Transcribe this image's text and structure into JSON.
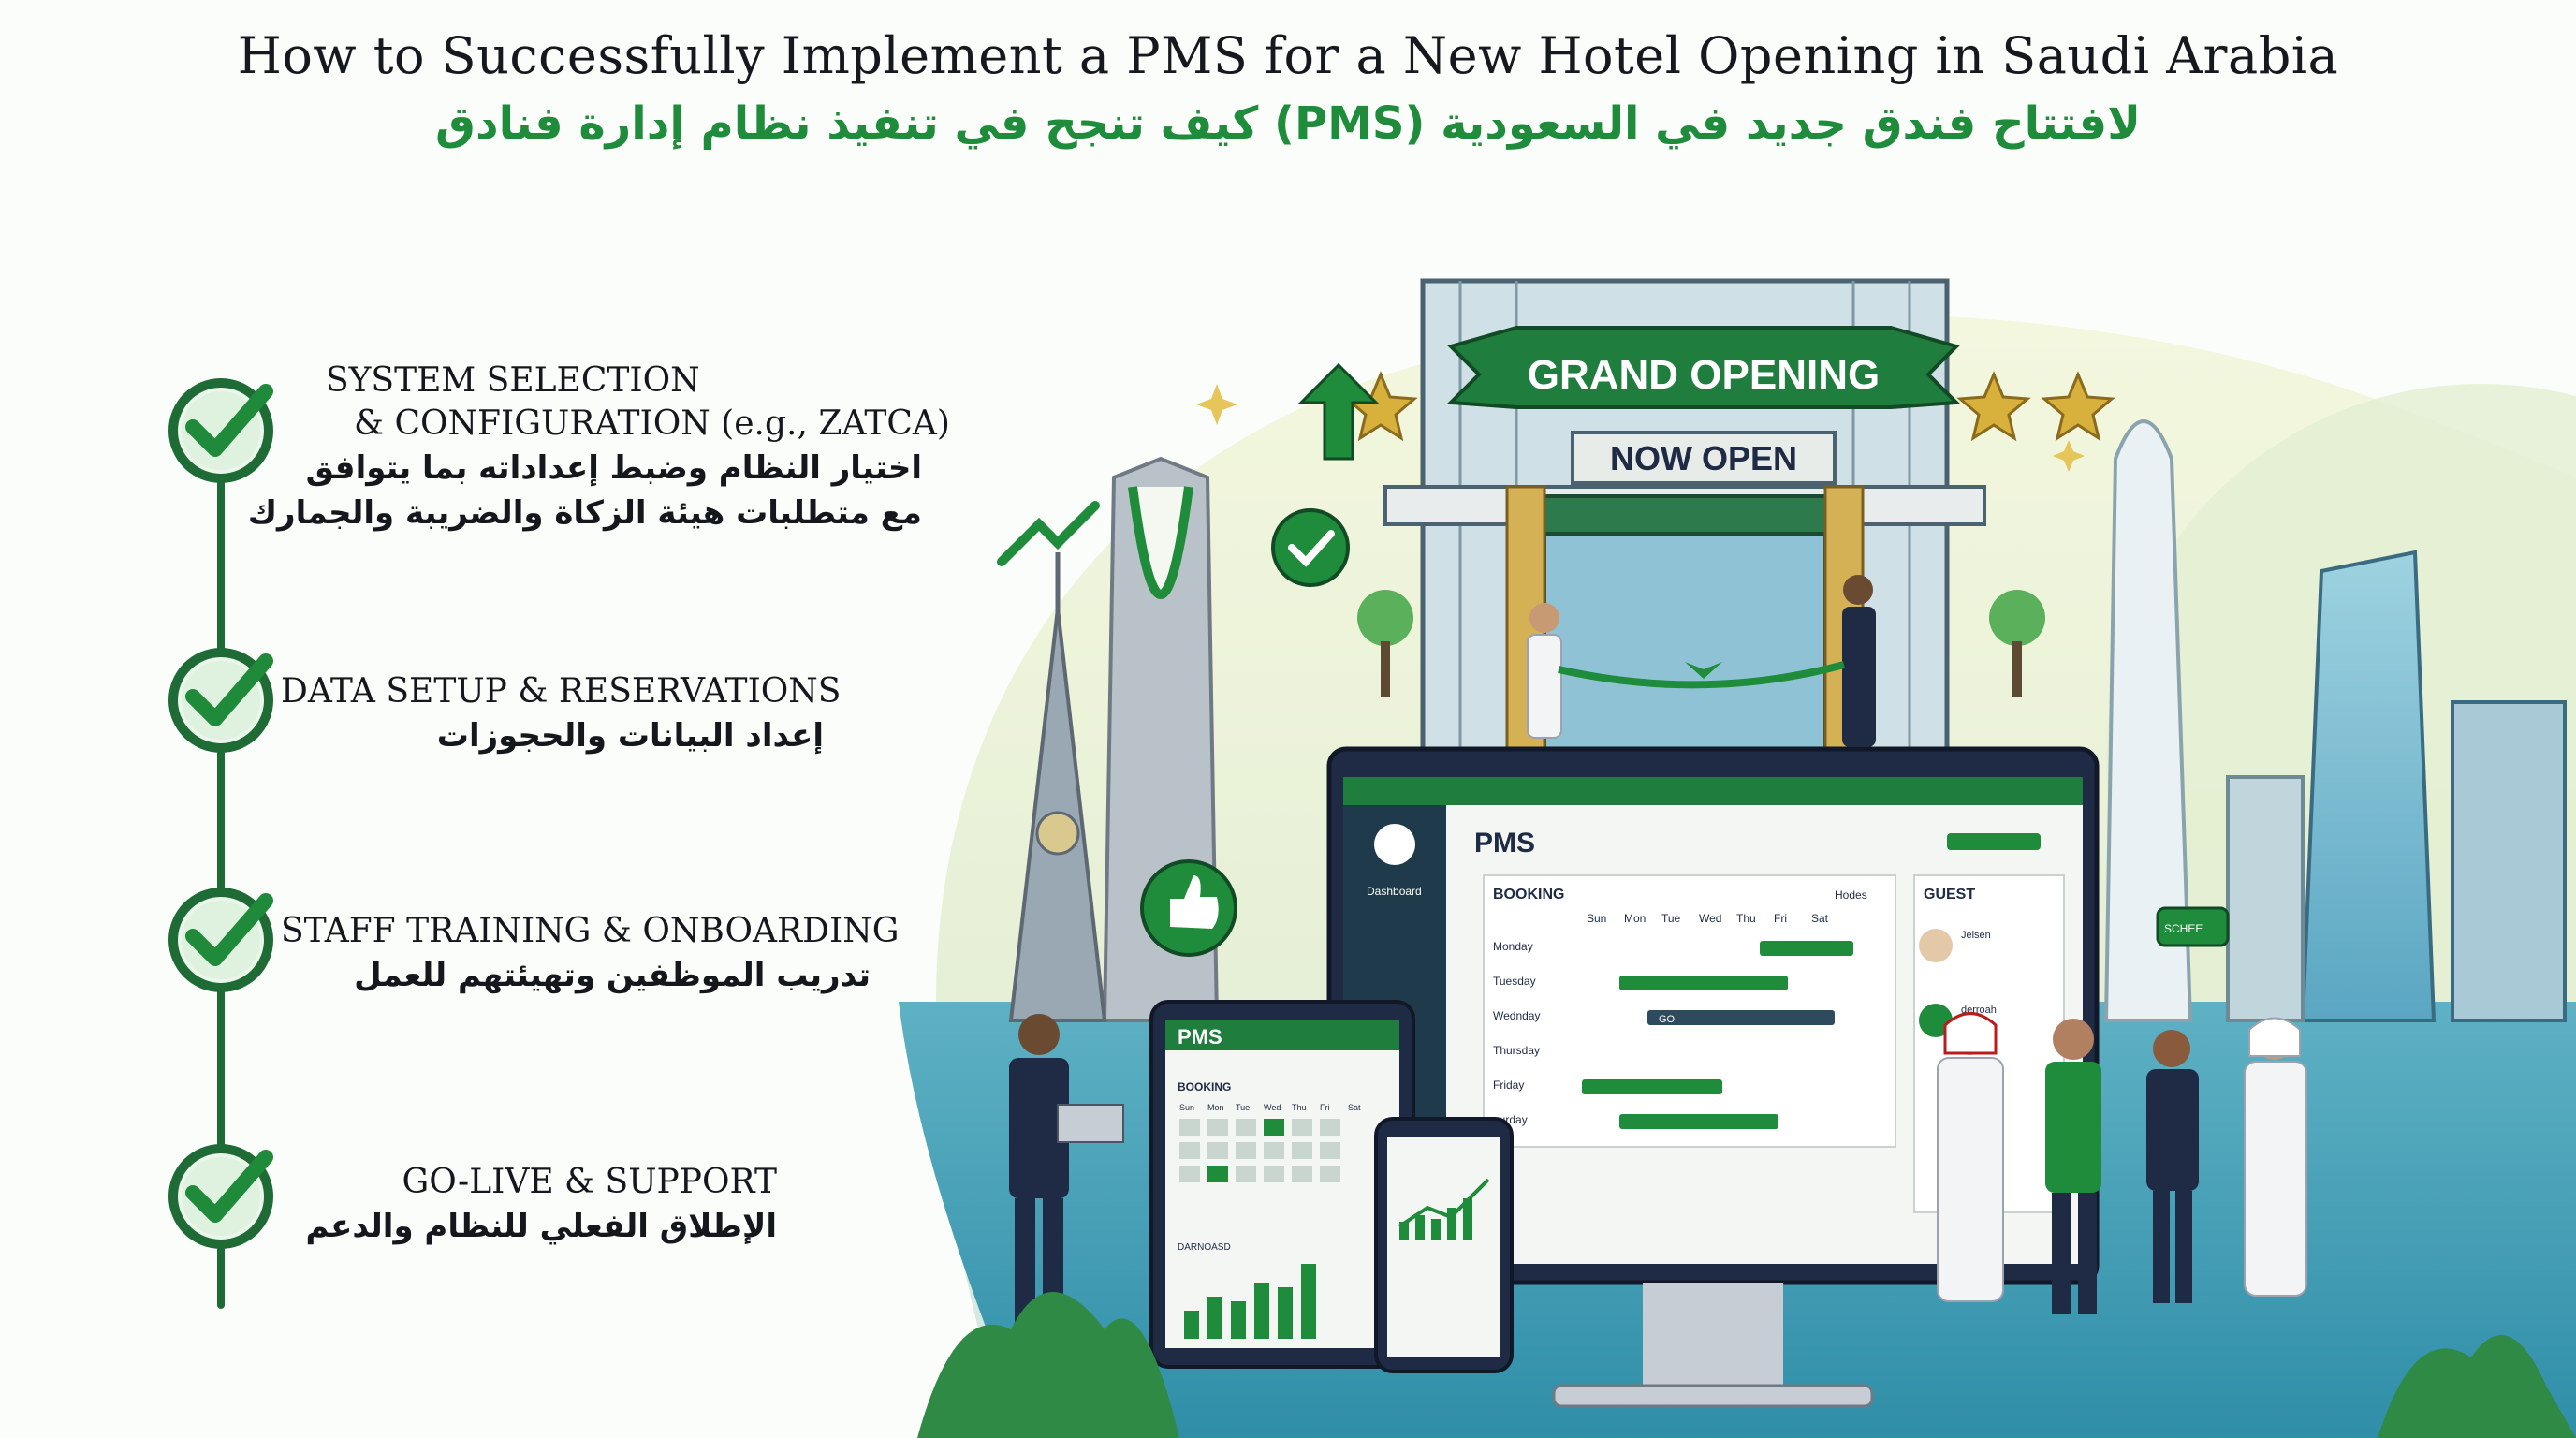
{
  "title": {
    "english": "How to Successfully Implement a PMS for a New Hotel Opening in Saudi Arabia",
    "arabic": "لافتتاح فندق جديد في السعودية (PMS) كيف تنجح في تنفيذ نظام إدارة فنادق"
  },
  "steps": [
    {
      "en_line1": "SYSTEM SELECTION",
      "en_line2": "& CONFIGURATION (e.g., ZATCA)",
      "ar_line1": "اختيار النظام وضبط إعداداته بما يتوافق",
      "ar_line2": "مع متطلبات هيئة الزكاة والضريبة والجمارك"
    },
    {
      "en_line1": "DATA SETUP & RESERVATIONS",
      "ar_line1": "إعداد البيانات والحجوزات"
    },
    {
      "en_line1": "STAFF TRAINING & ONBOARDING",
      "ar_line1": "تدريب الموظفين وتهيئتهم للعمل"
    },
    {
      "en_line1": "GO-LIVE & SUPPORT",
      "ar_line1": "الإطلاق الفعلي للنظام والدعم"
    }
  ],
  "banner": {
    "top": "GRAND OPENING",
    "bottom": "NOW OPEN"
  },
  "monitor": {
    "app_title": "PMS",
    "sidebar_item": "Dashboard",
    "booking_title": "BOOKING",
    "booking_control": "Hodes",
    "days_header": [
      "Sun",
      "Mon",
      "Tue",
      "Wed",
      "Thu",
      "Fri",
      "Sat"
    ],
    "rows": [
      "Monday",
      "Tuesday",
      "Wednday",
      "Thursday",
      "Friday",
      "aurday"
    ],
    "bar_label": "GO",
    "guest_title": "GUEST",
    "guests": [
      "Jeisen",
      "derroah"
    ]
  },
  "tablet": {
    "app_title": "PMS",
    "booking_title": "BOOKING",
    "days_header": [
      "Sun",
      "Mon",
      "Tue",
      "Wed",
      "Thu",
      "Fri",
      "Sat"
    ],
    "dashboard_label": "DARNOASD"
  },
  "speech_bubble": "SCHEE",
  "colors": {
    "brand_green": "#1e8c3a",
    "dark_green": "#1f6b35",
    "navy": "#1f2a44"
  }
}
